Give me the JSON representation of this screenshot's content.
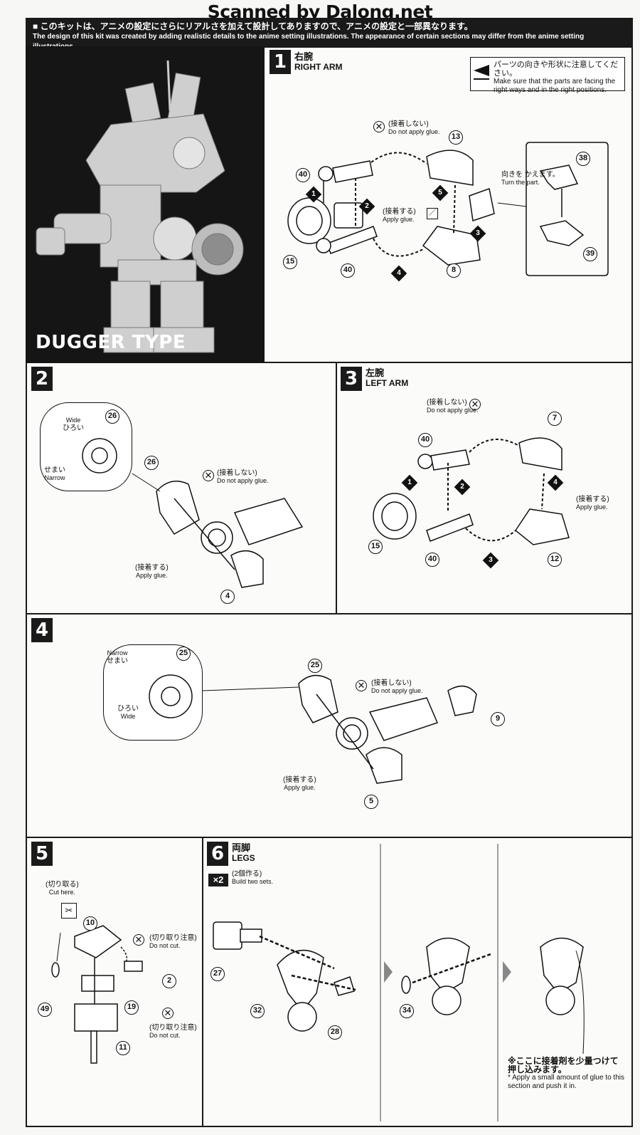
{
  "watermark": "Scanned by Dalong.net",
  "header": {
    "jp": "■ このキットは、アニメの設定にさらにリアルさを加えて設計してありますので、アニメの設定と一部異なります。",
    "en": "The design of this kit was created by adding realistic details to the anime setting illustrations. The appearance of certain sections may differ from the anime setting illustrations."
  },
  "photo": {
    "caption": "DUGGER TYPE"
  },
  "note": {
    "jp": "パーツの向きや形状に注意してください。",
    "en": "Make sure that the parts are facing the right ways and in the right positions."
  },
  "labels": {
    "no_glue_jp": "(接着しない)",
    "no_glue_en": "Do not apply glue.",
    "glue_jp": "(接着する)",
    "glue_en": "Apply glue.",
    "turn_jp": "向きを かえます。",
    "turn_en": "Turn the part.",
    "wide_en": "Wide",
    "wide_jp": "ひろい",
    "narrow_en": "Narrow",
    "narrow_jp": "せまい",
    "cut_here_jp": "(切り取る)",
    "cut_here_en": "Cut here.",
    "do_not_cut_jp": "(切り取り注意)",
    "do_not_cut_en": "Do not cut.",
    "build_two_jp": "(2個作る)",
    "build_two_en": "Build two sets.",
    "x2": "×2"
  },
  "steps": [
    {
      "num": "1",
      "title_jp": "右腕",
      "title_en": "RIGHT ARM"
    },
    {
      "num": "2",
      "title_jp": "",
      "title_en": ""
    },
    {
      "num": "3",
      "title_jp": "左腕",
      "title_en": "LEFT ARM"
    },
    {
      "num": "4",
      "title_jp": "",
      "title_en": ""
    },
    {
      "num": "5",
      "title_jp": "",
      "title_en": ""
    },
    {
      "num": "6",
      "title_jp": "両脚",
      "title_en": "LEGS"
    }
  ],
  "parts": {
    "s1": [
      "13",
      "40",
      "15",
      "40",
      "8",
      "38",
      "39"
    ],
    "s2": [
      "26",
      "26",
      "4"
    ],
    "s3": [
      "7",
      "40",
      "15",
      "40",
      "12"
    ],
    "s4": [
      "25",
      "25",
      "9",
      "5"
    ],
    "s5": [
      "10",
      "2",
      "49",
      "19",
      "11"
    ],
    "s6": [
      "27",
      "32",
      "28",
      "34"
    ]
  },
  "arrows": {
    "s1": [
      "1",
      "2",
      "3",
      "4",
      "5"
    ],
    "s3": [
      "1",
      "2",
      "3",
      "4"
    ]
  },
  "step6_note": {
    "jp": "※ここに接着剤を少量つけて 押し込みます。",
    "en": "* Apply a small amount of glue to this section and push it in."
  }
}
